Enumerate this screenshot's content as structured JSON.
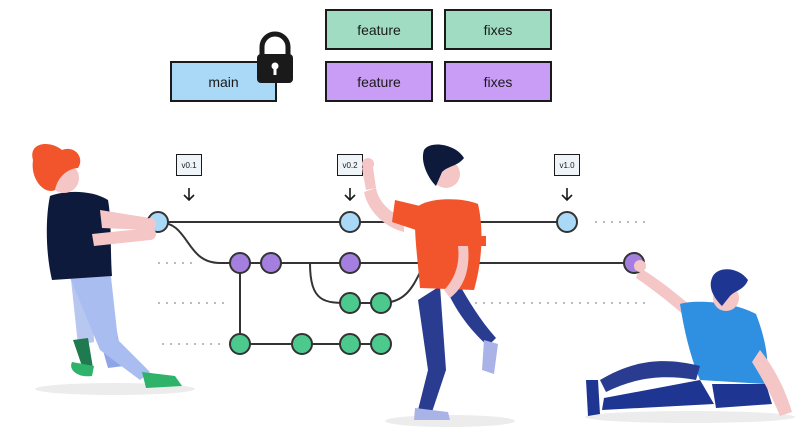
{
  "branch_boxes": {
    "main": {
      "label": "main",
      "color": "#aad8f7"
    },
    "feature_top": {
      "label": "feature",
      "color": "#9fdcc2"
    },
    "fixes_top": {
      "label": "fixes",
      "color": "#9fdcc2"
    },
    "feature_bottom": {
      "label": "feature",
      "color": "#c99cf5"
    },
    "fixes_bottom": {
      "label": "fixes",
      "color": "#c99cf5"
    }
  },
  "tags": [
    {
      "label": "v0.1"
    },
    {
      "label": "v0.2"
    },
    {
      "label": "v1.0"
    }
  ],
  "colors": {
    "main_commit": "#aad8f7",
    "feature_commit": "#a47fe0",
    "fixes_commit": "#4cc98d",
    "line": "#333333",
    "person_orange": "#f2552c",
    "person_blue": "#2a3c8f",
    "shirt_navy": "#0e1a3c",
    "shirt_sky": "#2f8fe0"
  },
  "icons": {
    "lock": "lock-icon"
  }
}
